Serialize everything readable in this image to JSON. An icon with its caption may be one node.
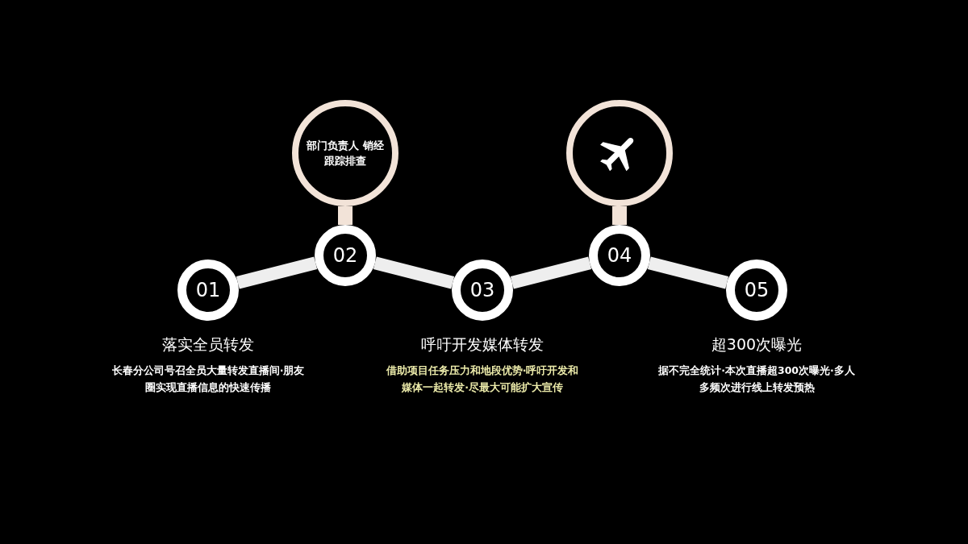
{
  "diagram": {
    "nodes": [
      {
        "text": [
          "01"
        ],
        "beside": [
          "落实全员转发",
          "长春分公司号召全员大量转发直播间·朋友圈实现直播信息的快速传播"
        ]
      },
      {
        "text": [
          "部门负责人 销经跟踪排查"
        ]
      },
      {
        "text": [
          "02"
        ]
      },
      {
        "text": [
          "03"
        ],
        "beside": [
          "呼吁开发媒体转发",
          "借助项目任务压力和地段优势·呼吁开发和媒体一起转发·尽最大可能扩大宣传"
        ]
      },
      {
        "text": [],
        "shape": "picture"
      },
      {
        "text": [
          "04"
        ]
      },
      {
        "text": [
          "05"
        ],
        "beside": [
          "超300次曝光",
          "据不完全统计·本次直播超300次曝光·多人多频次进行线上转发预热"
        ]
      }
    ],
    "edges": [
      {
        "from": 0,
        "to": 2,
        "arrow": "none"
      },
      {
        "from": 2,
        "to": 3,
        "arrow": "none"
      },
      {
        "from": 3,
        "to": 5,
        "arrow": "none"
      },
      {
        "from": 5,
        "to": 6,
        "arrow": "none"
      },
      {
        "from": 1,
        "to": 2,
        "arrow": "none",
        "color": "#f2e3d8"
      },
      {
        "from": 4,
        "to": 5,
        "arrow": "none",
        "color": "#f2e3d8"
      }
    ]
  }
}
